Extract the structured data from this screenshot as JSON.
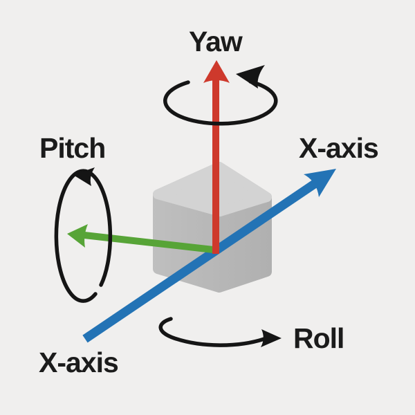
{
  "diagram": {
    "labels": {
      "yaw": "Yaw",
      "pitch": "Pitch",
      "roll": "Roll",
      "x_axis_top_right": "X-axis",
      "x_axis_bottom_left": "X-axis"
    },
    "colors": {
      "background": "#f0efee",
      "text": "#1b1b1b",
      "rotation_arrow_black": "#151515",
      "yaw_axis_red": "#ce392c",
      "pitch_axis_green": "#57a437",
      "x_axis_blue": "#2373b5",
      "cube_top": "#d3d3d3",
      "cube_side_left": "#bfbfbf",
      "cube_side_right": "#b0b0b0"
    }
  }
}
